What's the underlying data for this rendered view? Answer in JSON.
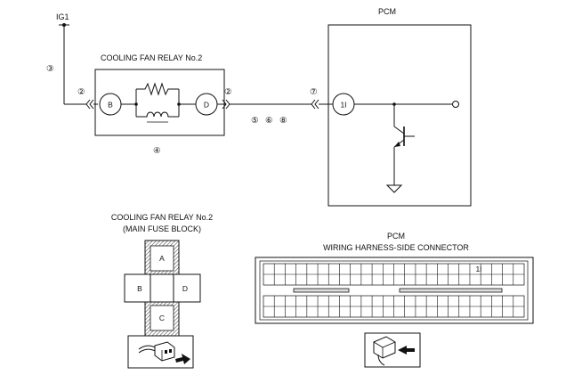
{
  "supply": {
    "label": "IG1"
  },
  "relay": {
    "title": "COOLING FAN RELAY No.2",
    "terminal_b": "B",
    "terminal_d": "D"
  },
  "pcm": {
    "title": "PCM",
    "terminal": "1I"
  },
  "callouts": {
    "c2_left": "②",
    "c2_right": "②",
    "c3": "③",
    "c4": "④",
    "c5": "⑤",
    "c6": "⑥",
    "c7": "⑦",
    "c8": "⑧"
  },
  "relay_connector": {
    "title_line1": "COOLING FAN RELAY No.2",
    "title_line2": "(MAIN FUSE BLOCK)",
    "pins": {
      "a": "A",
      "b": "B",
      "c": "C",
      "d": "D"
    }
  },
  "pcm_connector": {
    "title_line1": "PCM",
    "title_line2": "WIRING  HARNESS-SIDE CONNECTOR",
    "pin_label": "1I"
  },
  "colors": {
    "line": "#111111",
    "hatch": "#666666",
    "key_slot": "#dddddd"
  }
}
